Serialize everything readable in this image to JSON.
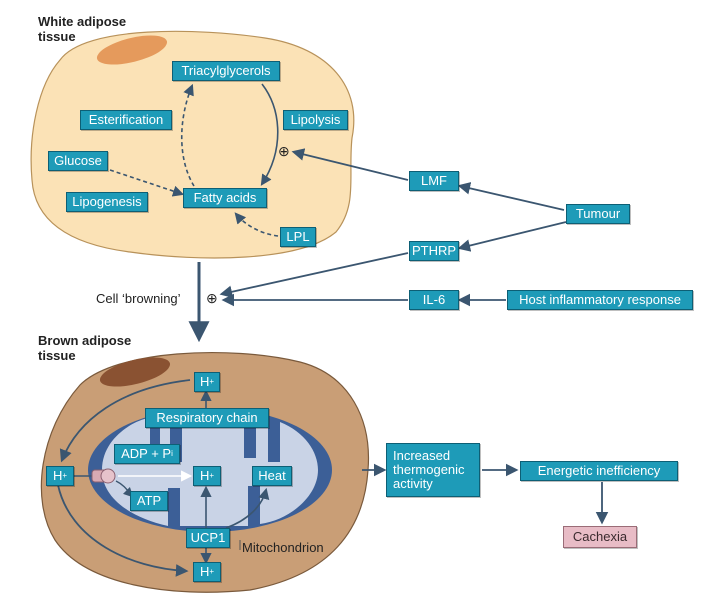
{
  "colors": {
    "white_adipose_fill": "#fbe2b6",
    "brown_adipose_fill": "#c99e76",
    "mitochondrion_outer": "#3c5f97",
    "mitochondrion_inner": "#c9d3e6",
    "box_fill": "#1e9bb8",
    "cachexia_fill": "#e8bcc6",
    "arrow": "#3b5670"
  },
  "labels": {
    "white_adipose": "White adipose tissue",
    "brown_adipose": "Brown adipose tissue",
    "browning": "Cell ‘browning’",
    "mitochondrion": "Mitochondrion",
    "plus": "⊕"
  },
  "white": {
    "triacylglycerols": "Triacylglycerols",
    "esterification": "Esterification",
    "lipolysis": "Lipolysis",
    "glucose": "Glucose",
    "lipogenesis": "Lipogenesis",
    "fatty_acids": "Fatty acids",
    "lpl": "LPL"
  },
  "mediators": {
    "lmf": "LMF",
    "pthrp": "PTHRP",
    "il6": "IL-6",
    "tumour": "Tumour",
    "host_inflammatory": "Host inflammatory response"
  },
  "brown": {
    "h_top": "H",
    "h_left": "H",
    "h_mid": "H",
    "h_bottom": "H",
    "h_sup": "+",
    "respiratory_chain": "Respiratory chain",
    "adp_pi": "ADP + P",
    "adp_sub": "i",
    "atp": "ATP",
    "heat": "Heat",
    "ucp1": "UCP1"
  },
  "outcomes": {
    "thermogenic": "Increased thermogenic activity",
    "energetic": "Energetic inefficiency",
    "cachexia": "Cachexia"
  }
}
